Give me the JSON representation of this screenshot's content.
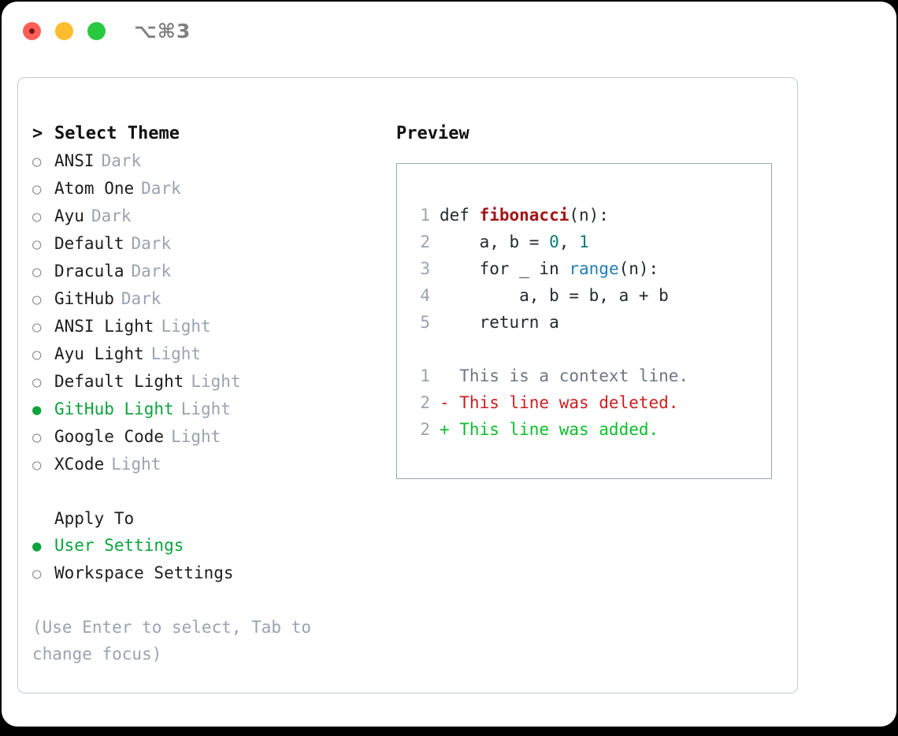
{
  "titlebar": {
    "traffic_lights": [
      "close-red",
      "minimize-yellow",
      "maximize-green"
    ],
    "shortcut": "⌥⌘3"
  },
  "theme_picker": {
    "heading": "Select Theme",
    "caret": ">",
    "bullet_unselected": "○",
    "bullet_selected": "●",
    "themes": [
      {
        "name": "ANSI",
        "variant": "Dark",
        "selected": false
      },
      {
        "name": "Atom One",
        "variant": "Dark",
        "selected": false
      },
      {
        "name": "Ayu",
        "variant": "Dark",
        "selected": false
      },
      {
        "name": "Default",
        "variant": "Dark",
        "selected": false
      },
      {
        "name": "Dracula",
        "variant": "Dark",
        "selected": false
      },
      {
        "name": "GitHub",
        "variant": "Dark",
        "selected": false
      },
      {
        "name": "ANSI Light",
        "variant": "Light",
        "selected": false
      },
      {
        "name": "Ayu Light",
        "variant": "Light",
        "selected": false
      },
      {
        "name": "Default Light",
        "variant": "Light",
        "selected": false
      },
      {
        "name": "GitHub Light",
        "variant": "Light",
        "selected": true
      },
      {
        "name": "Google Code",
        "variant": "Light",
        "selected": false
      },
      {
        "name": "XCode",
        "variant": "Light",
        "selected": false
      }
    ]
  },
  "apply_to": {
    "heading": "Apply To",
    "options": [
      {
        "name": "User Settings",
        "selected": true
      },
      {
        "name": "Workspace Settings",
        "selected": false
      }
    ]
  },
  "hint": "(Use Enter to select, Tab to change focus)",
  "preview": {
    "heading": "Preview",
    "code_lines": [
      {
        "num": "1",
        "spans": [
          {
            "text": "def ",
            "type": "plain"
          },
          {
            "text": "fibonacci",
            "type": "function"
          },
          {
            "text": "(n):",
            "type": "plain"
          }
        ]
      },
      {
        "num": "2",
        "spans": [
          {
            "text": "    a, b = ",
            "type": "plain"
          },
          {
            "text": "0",
            "type": "number"
          },
          {
            "text": ", ",
            "type": "plain"
          },
          {
            "text": "1",
            "type": "number"
          }
        ]
      },
      {
        "num": "3",
        "spans": [
          {
            "text": "    for _ in ",
            "type": "plain"
          },
          {
            "text": "range",
            "type": "builtin"
          },
          {
            "text": "(n):",
            "type": "plain"
          }
        ]
      },
      {
        "num": "4",
        "spans": [
          {
            "text": "        a, b = b, a + b",
            "type": "plain"
          }
        ]
      },
      {
        "num": "5",
        "spans": [
          {
            "text": "    return a",
            "type": "plain"
          }
        ]
      }
    ],
    "diff_lines": [
      {
        "num": "1",
        "marker": "  ",
        "text": "This is a context line.",
        "kind": "context"
      },
      {
        "num": "2",
        "marker": "- ",
        "text": "This line was deleted.",
        "kind": "deleted"
      },
      {
        "num": "2",
        "marker": "+ ",
        "text": "This line was added.",
        "kind": "added"
      }
    ]
  },
  "colors": {
    "accent_green": "#0CA33C",
    "muted": "#9AA3B0",
    "diff_added": "#0BBF2B",
    "diff_deleted": "#CC1F1F",
    "syntax_function": "#A31515",
    "syntax_number": "#0B7A74",
    "syntax_builtin": "#1F7FB6"
  }
}
